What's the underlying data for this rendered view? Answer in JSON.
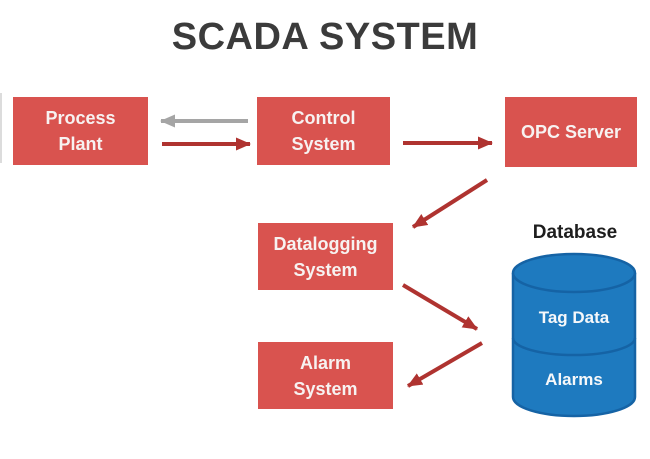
{
  "title": "SCADA SYSTEM",
  "nodes": {
    "process_plant": {
      "label": "Process\nPlant"
    },
    "control_system": {
      "label": "Control\nSystem"
    },
    "opc_server": {
      "label": "OPC Server"
    },
    "datalogging_system": {
      "label": "Datalogging\nSystem"
    },
    "alarm_system": {
      "label": "Alarm\nSystem"
    }
  },
  "database": {
    "title": "Database",
    "sections": [
      {
        "label": "Tag Data"
      },
      {
        "label": "Alarms"
      }
    ]
  },
  "connections": [
    {
      "from": "control_system",
      "to": "process_plant",
      "style": "gray"
    },
    {
      "from": "process_plant",
      "to": "control_system",
      "style": "red"
    },
    {
      "from": "control_system",
      "to": "opc_server",
      "style": "red"
    },
    {
      "from": "opc_server",
      "to": "datalogging_system",
      "style": "red"
    },
    {
      "from": "datalogging_system",
      "to": "database",
      "style": "red"
    },
    {
      "from": "database",
      "to": "alarm_system",
      "style": "red"
    }
  ],
  "colors": {
    "node_red": "#d9534f",
    "node_text": "#f7f2f1",
    "arrow_red": "#af3330",
    "arrow_gray": "#a5a5a5",
    "database_blue": "#1e7abf",
    "database_border": "#1563a5",
    "title_text": "#3b3b3b"
  }
}
